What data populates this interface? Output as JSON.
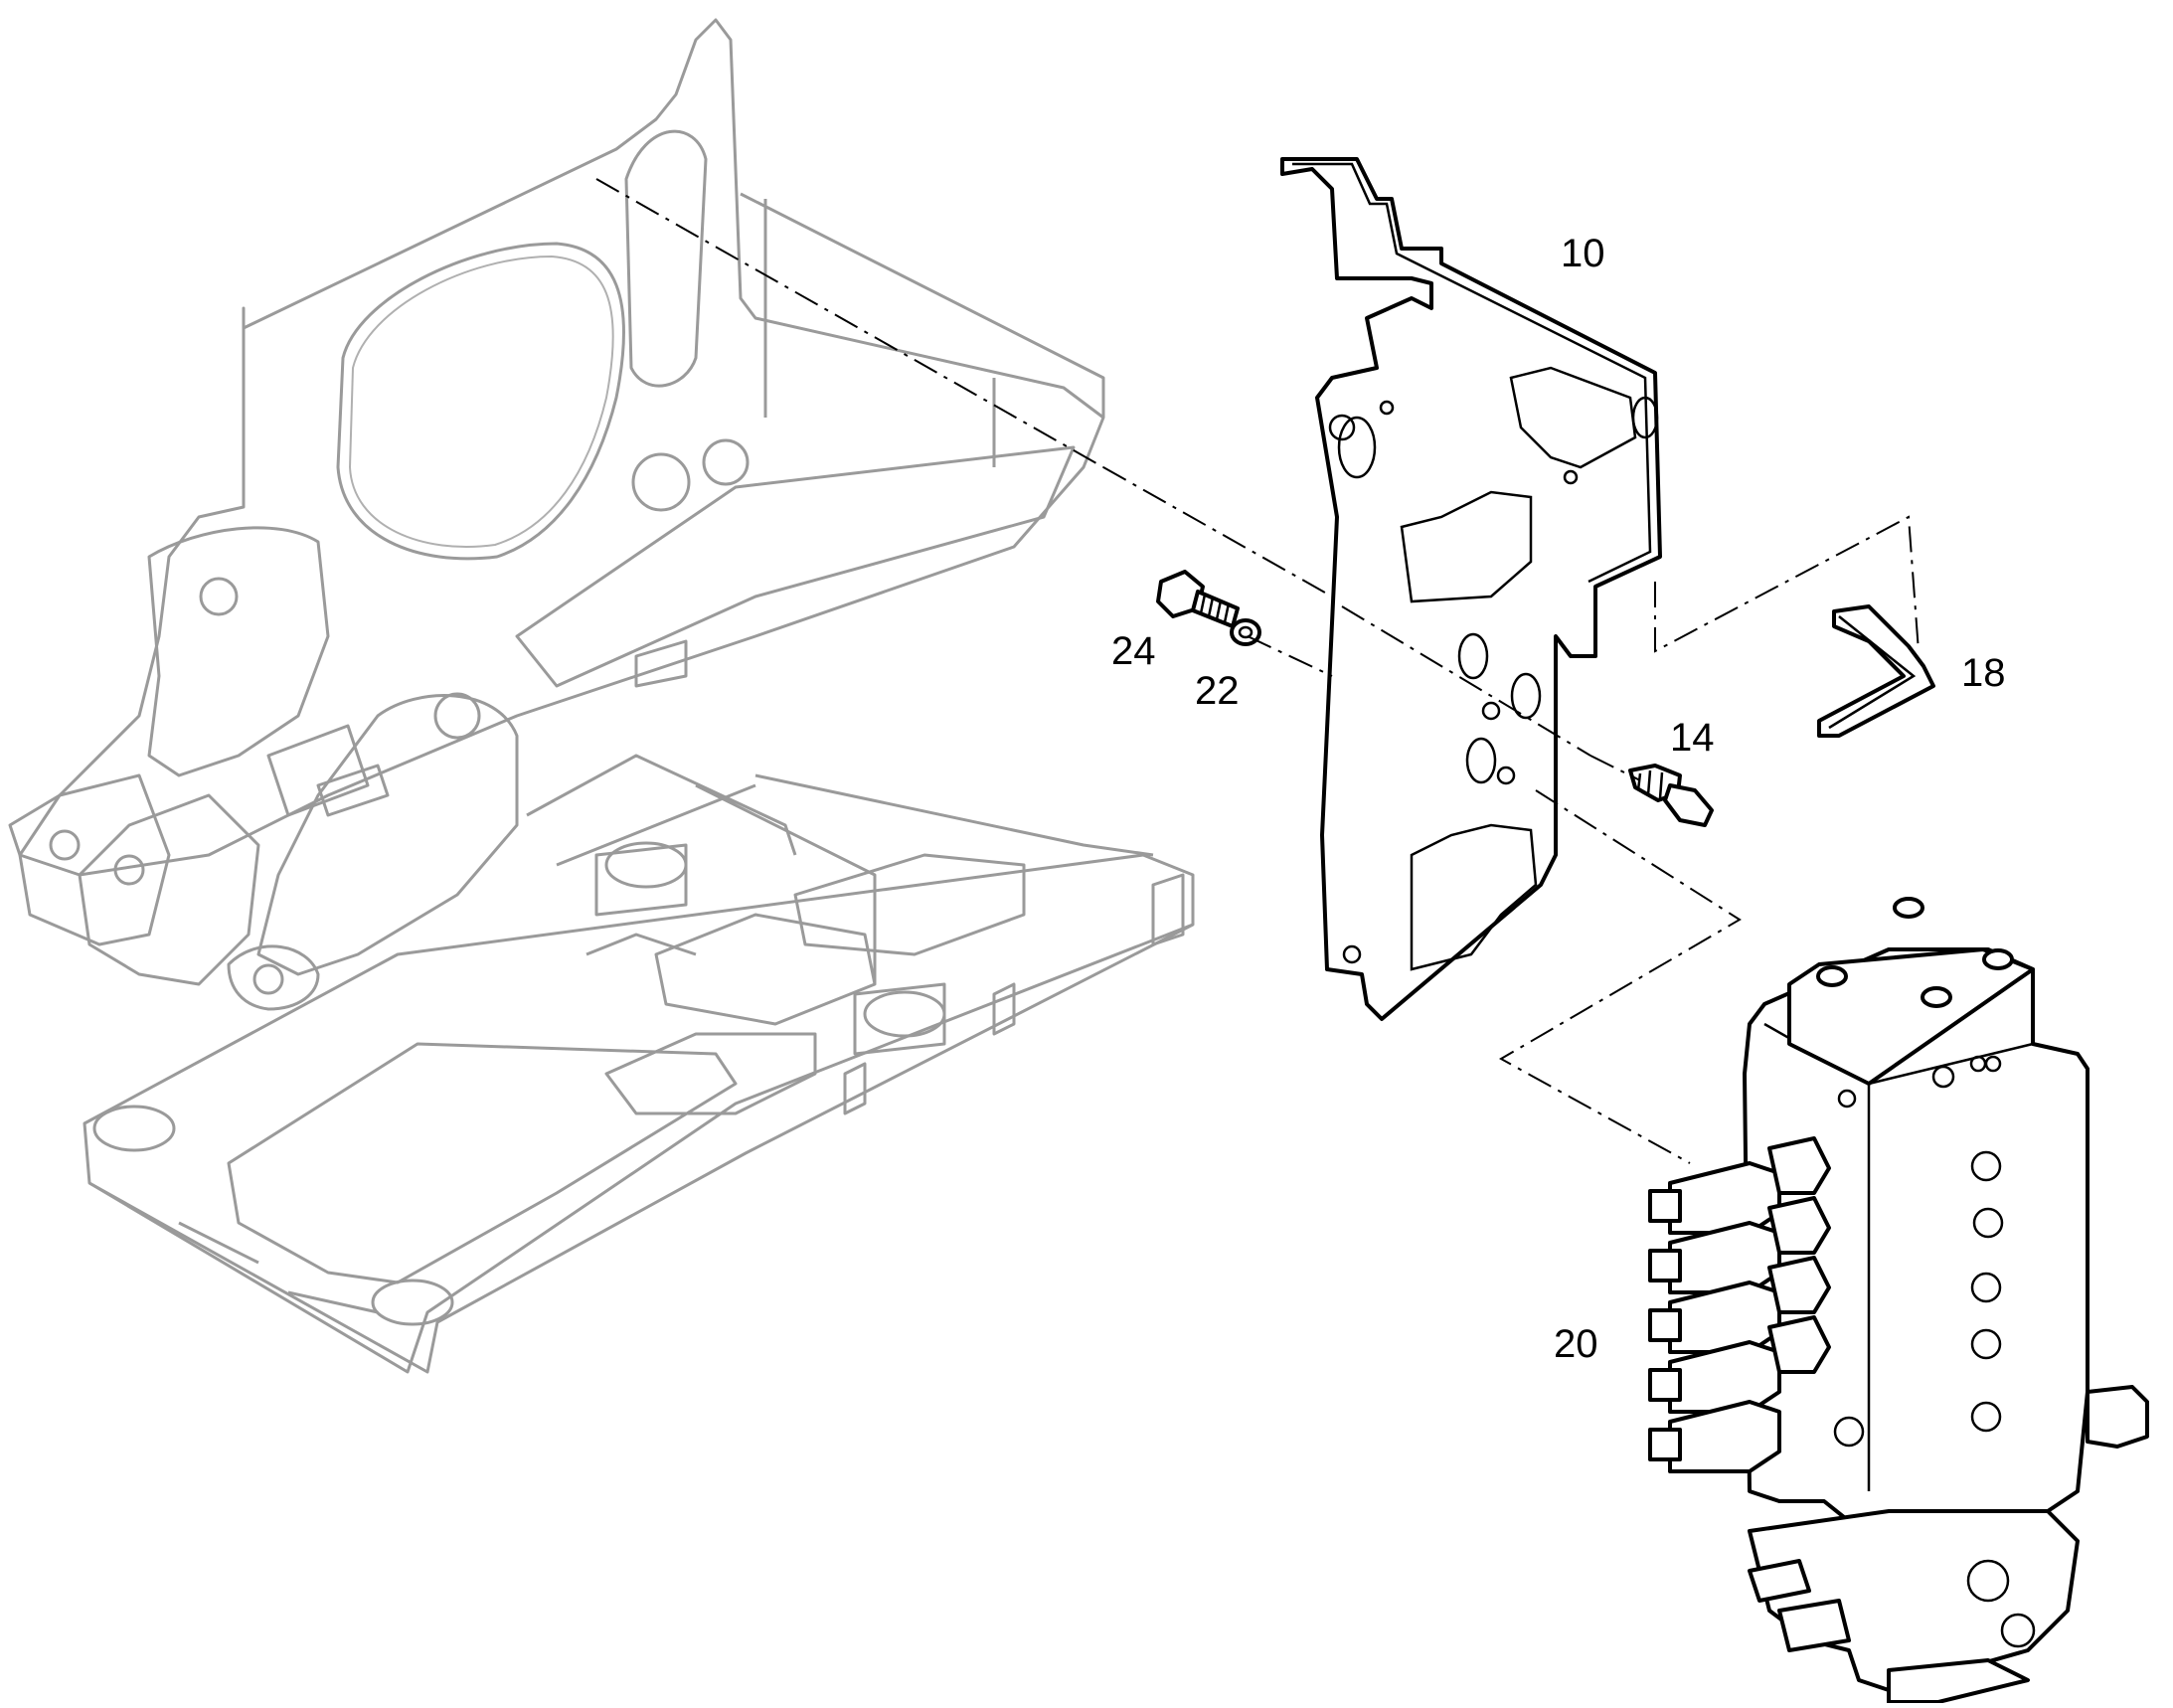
{
  "callouts": {
    "c10": "10",
    "c18": "18",
    "c24": "24",
    "c22": "22",
    "c14": "14",
    "c20": "20"
  }
}
